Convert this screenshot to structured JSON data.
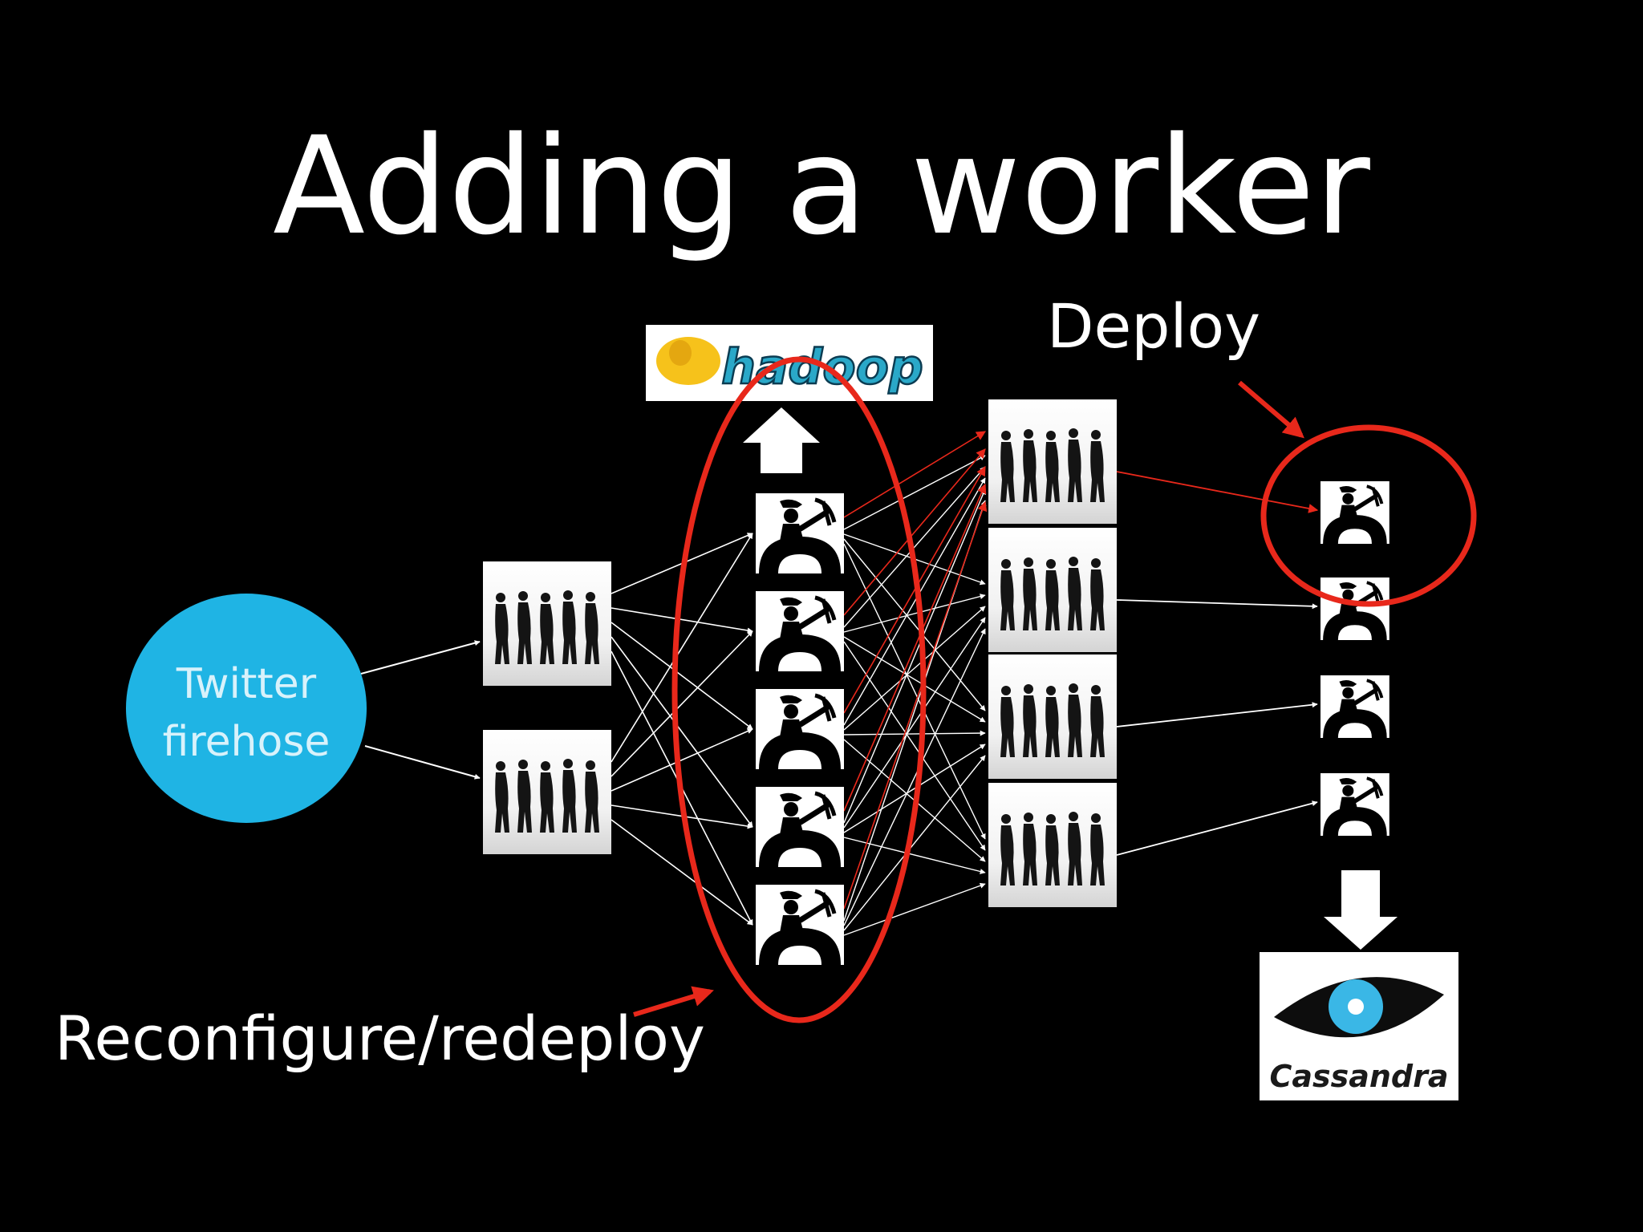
{
  "slide": {
    "title": "Adding a worker",
    "deploy_label": "Deploy",
    "reconfigure_label": "Reconfigure/redeploy"
  },
  "nodes": {
    "source": [
      "Twitter",
      "firehose"
    ],
    "hadoop": "hadoop",
    "cassandra": "Cassandra"
  },
  "colors": {
    "background": "#000000",
    "firehose": "#1fb4e4",
    "highlight": "#e8281b",
    "arrow": "#ffffff",
    "hadoop_text": "#2aa8c8",
    "cassandra_eye": "#3ab7e6"
  }
}
